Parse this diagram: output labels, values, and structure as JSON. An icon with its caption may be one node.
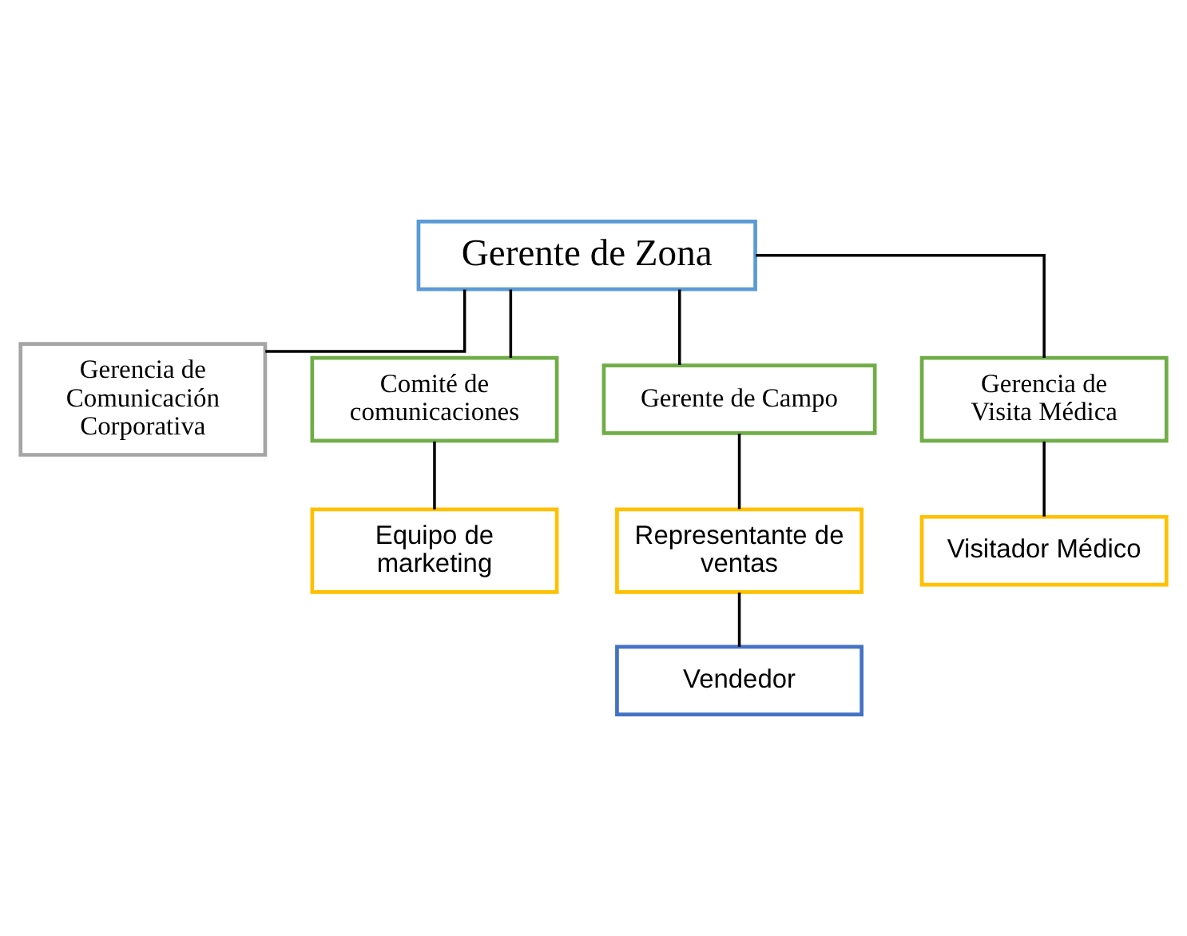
{
  "diagram": {
    "nodes": [
      {
        "text": [
          "Gerente de Zona"
        ]
      },
      {
        "text": [
          "Gerencia de Comunicación Corporativa"
        ]
      },
      {
        "text": [
          "Comité de comunicaciones"
        ]
      },
      {
        "text": [
          "Gerente de Campo"
        ]
      },
      {
        "text": [
          "Gerencia de Visita Médica"
        ]
      },
      {
        "text": [
          "Equipo de marketing"
        ]
      },
      {
        "text": [
          "Representante de ventas"
        ]
      },
      {
        "text": [
          "Visitador Médico"
        ]
      },
      {
        "text": [
          "Vendedor"
        ]
      }
    ],
    "edges": [
      {
        "from": 0,
        "to": 1,
        "arrow": "none"
      },
      {
        "from": 0,
        "to": 2,
        "arrow": "none"
      },
      {
        "from": 0,
        "to": 3,
        "arrow": "none"
      },
      {
        "from": 0,
        "to": 4,
        "arrow": "none"
      },
      {
        "from": 2,
        "to": 5,
        "arrow": "none"
      },
      {
        "from": 3,
        "to": 6,
        "arrow": "none"
      },
      {
        "from": 4,
        "to": 7,
        "arrow": "none"
      },
      {
        "from": 6,
        "to": 8,
        "arrow": "none"
      }
    ]
  }
}
